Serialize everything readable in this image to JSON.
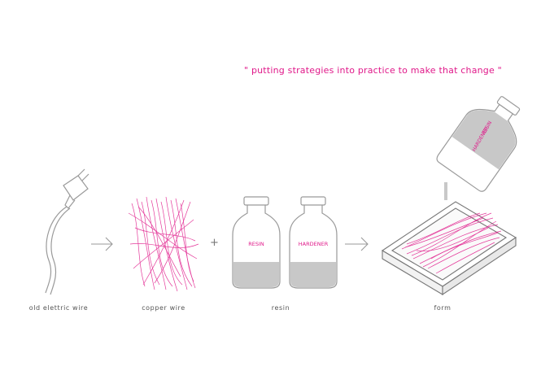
{
  "quote": "\" putting strategies into practice to make that change \"",
  "steps": [
    {
      "caption": "old elettric wire"
    },
    {
      "caption": "copper wire"
    },
    {
      "caption": "resin"
    },
    {
      "caption": "form"
    }
  ],
  "bottles": {
    "left_label": "RESIN",
    "right_label": "HARDENER",
    "pour_label_1": "RESIN",
    "pour_label_2": "HARDENER"
  },
  "operators": {
    "plus": "+"
  },
  "colors": {
    "accent": "#e0198a",
    "line": "#9a9a9a",
    "fill": "#c8c8c8"
  }
}
